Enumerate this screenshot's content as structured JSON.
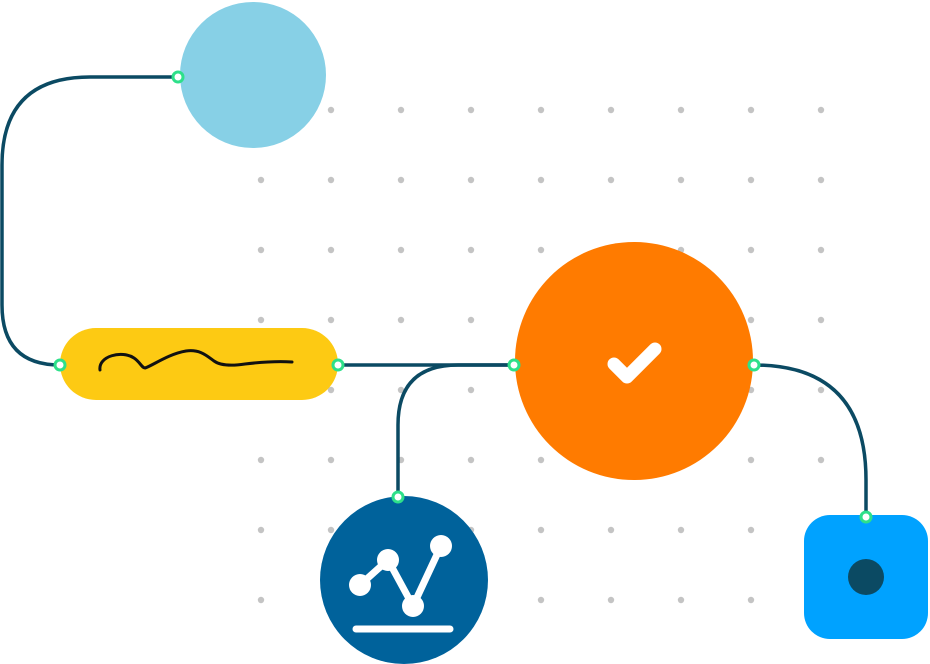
{
  "colors": {
    "background": "#ffffff",
    "grid_dot": "#c4c4c4",
    "connector": "#0b4a63",
    "port_ring": "#2ee08a",
    "port_fill": "#ffffff",
    "top_node": "#87d0e6",
    "signature_node": "#fdca13",
    "signature_stroke": "#111111",
    "approval_node": "#ff7b00",
    "approval_icon": "#ffffff",
    "analytics_node": "#00629b",
    "analytics_icon": "#ffffff",
    "endpoint_node": "#00a2ff",
    "endpoint_dot": "#0b4a63"
  },
  "nodes": [
    {
      "id": "top-node",
      "shape": "circle",
      "icon": "none"
    },
    {
      "id": "signature-node",
      "shape": "pill",
      "icon": "signature-icon"
    },
    {
      "id": "approval-node",
      "shape": "circle",
      "icon": "checkmark-icon"
    },
    {
      "id": "analytics-node",
      "shape": "circle",
      "icon": "line-chart-icon"
    },
    {
      "id": "endpoint-node",
      "shape": "rounded-square",
      "icon": "dot-icon"
    }
  ],
  "edges": [
    {
      "from": "top-node",
      "to": "signature-node"
    },
    {
      "from": "signature-node",
      "to": "approval-node"
    },
    {
      "from": "analytics-node",
      "to": "approval-node"
    },
    {
      "from": "approval-node",
      "to": "endpoint-node"
    }
  ]
}
